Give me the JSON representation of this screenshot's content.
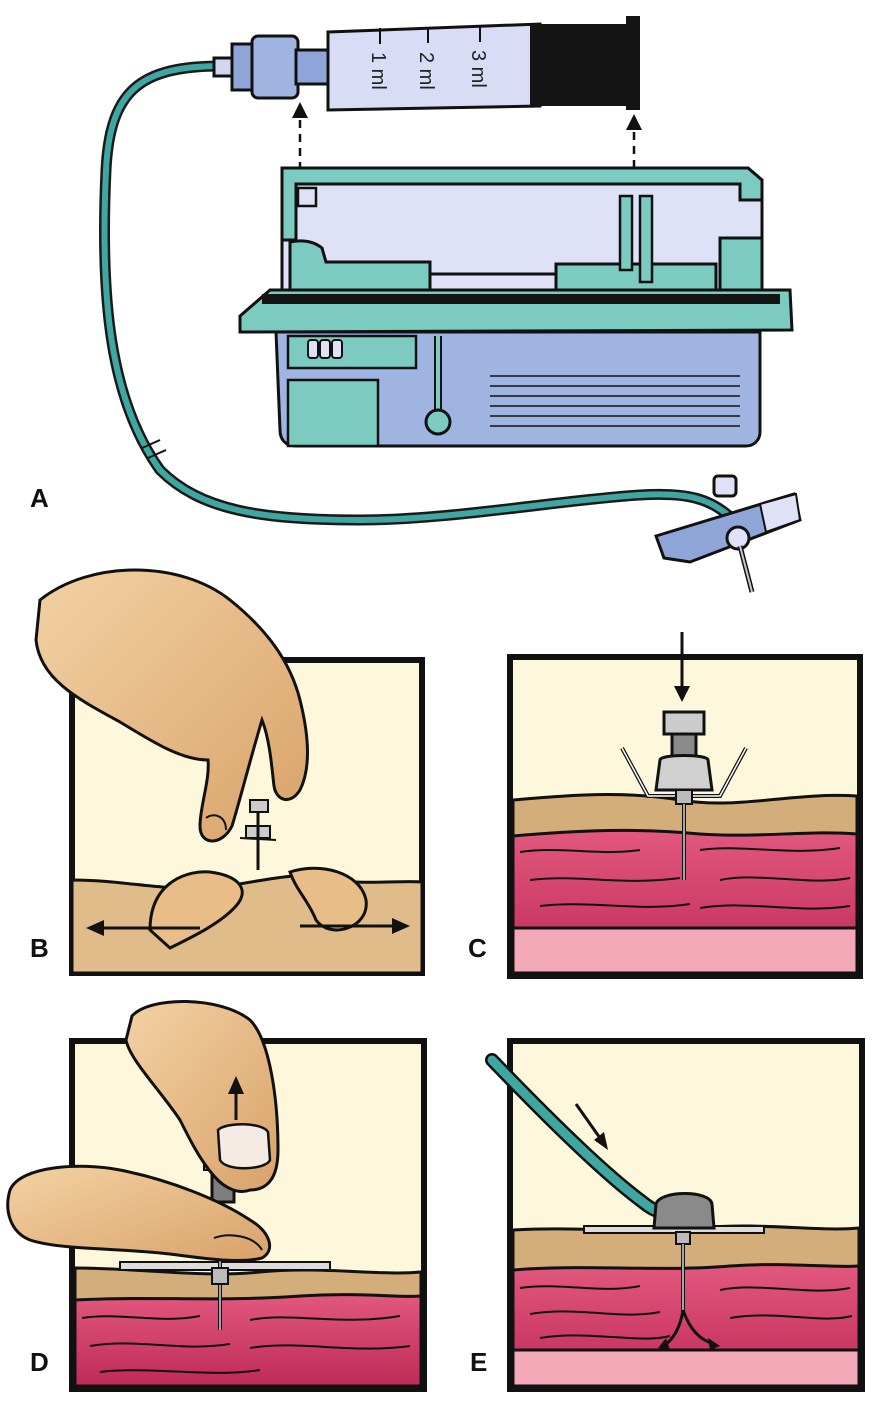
{
  "panels": {
    "a": {
      "label": "A"
    },
    "b": {
      "label": "B"
    },
    "c": {
      "label": "C"
    },
    "d": {
      "label": "D"
    },
    "e": {
      "label": "E"
    }
  },
  "syringe": {
    "scale_labels": [
      "1 ml",
      "2 ml",
      "3 ml"
    ]
  },
  "colors": {
    "tubing": "#3fa7a2",
    "pump_teal": "#7ccbc1",
    "pump_blue": "#9fb4e0",
    "syringe_barrel": "#d8dcf4",
    "plunger": "#141414",
    "panel_bg": "#fdf8dc",
    "skin": "#d4ae7a",
    "muscle": "#cf3e6a",
    "deep_layer": "#f2a8b6",
    "hand": "#e8bd88"
  }
}
